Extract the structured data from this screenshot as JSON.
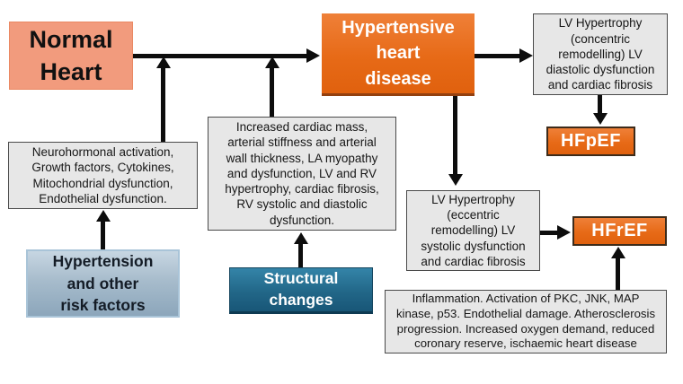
{
  "diagram": {
    "description": "Flowchart of progression from normal heart to hypertensive heart disease and heart failure",
    "colors": {
      "salmon_node": "#F29B7D",
      "orange_node": "#E76A17",
      "orange_node_border": "#3D2B1A",
      "gray_box_fill": "#E7E7E7",
      "gray_box_border": "#4A4A4A",
      "bluegray_node_top": "#C7D6E2",
      "bluegray_node_bottom": "#8CA6BB",
      "teal_node_top": "#3484A8",
      "teal_node_bottom": "#185677",
      "arrow": "#0D0D0D",
      "background": "#FFFFFF"
    },
    "nodes": {
      "normal_heart": {
        "label": "Normal\nHeart"
      },
      "hypertensive": {
        "label": "Hypertensive\nheart\ndisease"
      },
      "lv_concentric": {
        "label": "LV Hypertrophy\n(concentric\nremodelling) LV\ndiastolic dysfunction\nand cardiac fibrosis"
      },
      "hfpef": {
        "label": "HFpEF"
      },
      "neurohormonal": {
        "label": "Neurohormonal activation,\nGrowth factors, Cytokines,\nMitochondrial dysfunction,\nEndothelial dysfunction."
      },
      "increased_mass": {
        "label": "Increased cardiac mass,\narterial stiffness and arterial\nwall thickness, LA myopathy\nand dysfunction,  LV and RV\nhypertrophy, cardiac fibrosis,\nRV  systolic and diastolic\ndysfunction."
      },
      "lv_eccentric": {
        "label": "LV Hypertrophy\n(eccentric\nremodelling) LV\nsystolic dysfunction\nand cardiac fibrosis"
      },
      "hfref": {
        "label": "HFrEF"
      },
      "hypertension": {
        "label": "Hypertension\nand other\nrisk factors"
      },
      "structural": {
        "label": "Structural\nchanges"
      },
      "inflammation": {
        "label": "Inflammation.  Activation of PKC, JNK, MAP\nkinase, p53. Endothelial damage. Atherosclerosis\nprogression. Increased oxygen demand, reduced\ncoronary reserve, ischaemic heart disease"
      }
    },
    "edges": [
      "normal_heart -> hypertensive",
      "neurohormonal -> normal_heart/hypertensive pathway",
      "increased_mass -> normal_heart/hypertensive pathway",
      "hypertension -> neurohormonal",
      "structural -> increased_mass",
      "hypertensive -> lv_concentric",
      "lv_concentric -> hfpef",
      "hypertensive -> lv_eccentric",
      "lv_eccentric -> hfref",
      "inflammation -> hfref"
    ]
  }
}
